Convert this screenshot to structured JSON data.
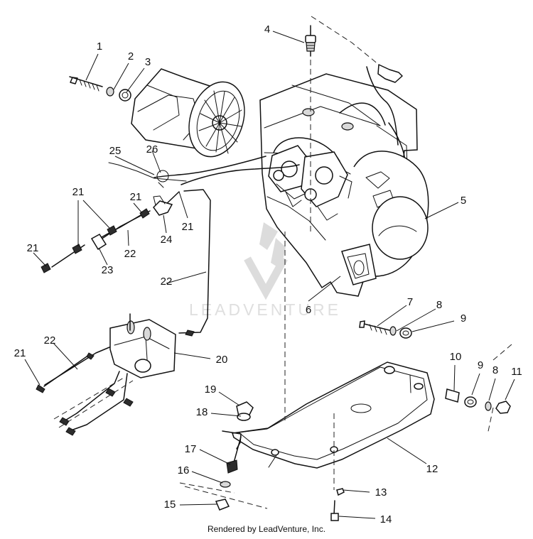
{
  "diagram": {
    "callouts": [
      {
        "key": "c1",
        "text": "1"
      },
      {
        "key": "c2",
        "text": "2"
      },
      {
        "key": "c3",
        "text": "3"
      },
      {
        "key": "c4",
        "text": "4"
      },
      {
        "key": "c5",
        "text": "5"
      },
      {
        "key": "c6",
        "text": "6"
      },
      {
        "key": "c7",
        "text": "7"
      },
      {
        "key": "c8a",
        "text": "8"
      },
      {
        "key": "c9a",
        "text": "9"
      },
      {
        "key": "c10",
        "text": "10"
      },
      {
        "key": "c9b",
        "text": "9"
      },
      {
        "key": "c8b",
        "text": "8"
      },
      {
        "key": "c11",
        "text": "11"
      },
      {
        "key": "c12",
        "text": "12"
      },
      {
        "key": "c13",
        "text": "13"
      },
      {
        "key": "c14",
        "text": "14"
      },
      {
        "key": "c15",
        "text": "15"
      },
      {
        "key": "c16",
        "text": "16"
      },
      {
        "key": "c17",
        "text": "17"
      },
      {
        "key": "c18",
        "text": "18"
      },
      {
        "key": "c19",
        "text": "19"
      },
      {
        "key": "c20",
        "text": "20"
      },
      {
        "key": "c21a",
        "text": "21"
      },
      {
        "key": "c21b",
        "text": "21"
      },
      {
        "key": "c21c",
        "text": "21"
      },
      {
        "key": "c21d",
        "text": "21"
      },
      {
        "key": "c21e",
        "text": "21"
      },
      {
        "key": "c22a",
        "text": "22"
      },
      {
        "key": "c22b",
        "text": "22"
      },
      {
        "key": "c22c",
        "text": "22"
      },
      {
        "key": "c23",
        "text": "23"
      },
      {
        "key": "c24",
        "text": "24"
      },
      {
        "key": "c25",
        "text": "25"
      },
      {
        "key": "c26",
        "text": "26"
      }
    ],
    "watermark_logo": "LEADVENTURE",
    "footer": "Rendered by LeadVenture, Inc."
  }
}
